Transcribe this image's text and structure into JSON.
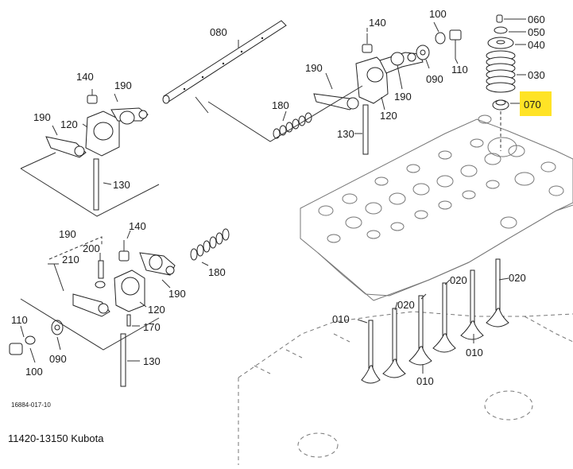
{
  "diagram": {
    "highlight_color": "#ffe326",
    "callouts": {
      "c060": "060",
      "c050": "050",
      "c040": "040",
      "c030": "030",
      "c070": "070",
      "c140a": "140",
      "c100a": "100",
      "c090a": "090",
      "c110a": "110",
      "c190a": "190",
      "c190b": "190",
      "c120a": "120",
      "c180a": "180",
      "c130a": "130",
      "c080": "080",
      "c140b": "140",
      "c190c": "190",
      "c190d": "190",
      "c120b": "120",
      "c130b": "130",
      "c190e": "190",
      "c210": "210",
      "c200": "200",
      "c140c": "140",
      "c180b": "180",
      "c190f": "190",
      "c120c": "120",
      "c170": "170",
      "c110b": "110",
      "c100b": "100",
      "c090b": "090",
      "c130c": "130",
      "c010a": "010",
      "c020a": "020",
      "c020b": "020",
      "c020c": "020",
      "c010b": "010",
      "c010c": "010"
    },
    "drawing_code": "16884-017-10",
    "caption": "11420-13150 Kubota"
  }
}
